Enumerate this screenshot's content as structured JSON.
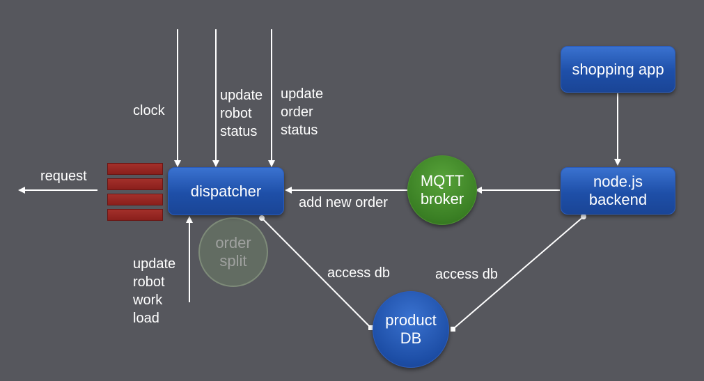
{
  "nodes": {
    "dispatcher": "dispatcher",
    "shopping_app": "shopping app",
    "backend": "node.js\nbackend",
    "mqtt": "MQTT\nbroker",
    "product_db": "product\nDB",
    "order_split": "order\nsplit"
  },
  "labels": {
    "clock": "clock",
    "update_robot_status": "update\nrobot\nstatus",
    "update_order_status": "update\norder\nstatus",
    "request": "request",
    "add_new_order": "add new order",
    "access_db_left": "access db",
    "access_db_right": "access db",
    "update_robot_work_load": "update\nrobot\nwork\nload"
  },
  "colors": {
    "background": "#56575d",
    "node_blue": "#1e4fa8",
    "node_green": "#3a7f24",
    "queue_red": "#8a1f1c"
  }
}
